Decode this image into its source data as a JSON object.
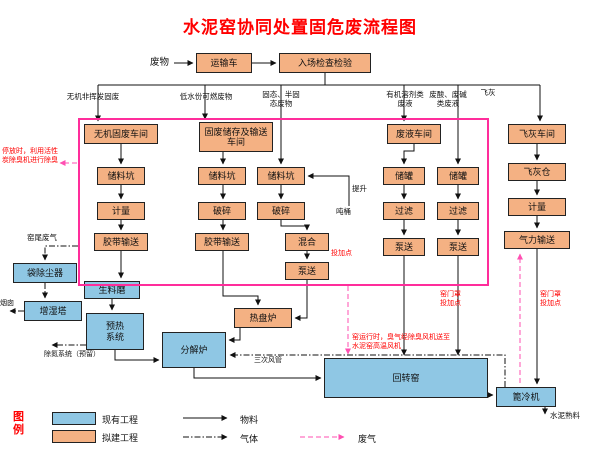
{
  "title": "水泥窑协同处置固危废流程图",
  "colors": {
    "existing_fill": "#8FC7E4",
    "proposed_fill": "#F4B183",
    "boundary_pink": "#FF2D9B",
    "waste_gas_pink": "#FF4FB2",
    "red": "#FF0000"
  },
  "top": {
    "waste": "废物",
    "transport": "运输车",
    "inspection": "入场检查检验"
  },
  "streams": {
    "s1": "无机非挥发固废",
    "s2": "低水份可燃废物",
    "s3": "固态、半固\n态废物",
    "s4": "有机溶剂类\n废液",
    "s5": "废酸、废碱\n类废液",
    "s6": "飞灰"
  },
  "nodes": {
    "workshop_inorganic": "无机固废车间",
    "workshop_storage": "固废储存及输送\n车间",
    "workshop_liquid": "废液车间",
    "workshop_flyash": "飞灰车间",
    "c1_pit": "储料坑",
    "c1_meter": "计量",
    "c1_belt": "胶带输送",
    "c2_pit": "储料坑",
    "c2_crush": "破碎",
    "c2_belt": "胶带输送",
    "c3_pit": "储料坑",
    "c3_crush": "破碎",
    "c3_mix": "混合",
    "c3_pump": "泵送",
    "c4_tank": "储罐",
    "c4_filter": "过滤",
    "c4_pump": "泵送",
    "c5_tank": "储罐",
    "c5_filter": "过滤",
    "c5_pump": "泵送",
    "fly_silo": "飞灰仓",
    "fly_meter": "计量",
    "fly_pneumatic": "气力输送",
    "bag_filter": "袋除尘器",
    "raw_mill": "生料磨",
    "humidifier": "增湿塔",
    "preheater": "预热\n系统",
    "calciner": "分解炉",
    "hot_disc": "热盘炉",
    "rotary_kiln": "回转窑",
    "cooler": "篦冷机"
  },
  "labels": {
    "ton_barrel": "吨桶",
    "hoist": "提升",
    "kiln_tail_gas": "窑尾废气",
    "chimney": "烟囱",
    "denox": "除氮系统（预留）",
    "tertiary_air": "三次风管",
    "clinker": "水泥熟料",
    "feed_point": "投加点"
  },
  "notes": {
    "parking_deodorize": "停放时，利用活性\n炭除臭机进行除臭",
    "kiln_door_1": "窑门罩\n投加点",
    "kiln_door_2": "窑门罩\n投加点",
    "kiln_running": "窑运行时，臭气经除臭风机送至\n水泥窑高温风机"
  },
  "legend": {
    "title": "图\n例",
    "existing": "现有工程",
    "proposed": "拟建工程",
    "material": "物料",
    "gas": "气体",
    "waste_gas": "废气"
  }
}
